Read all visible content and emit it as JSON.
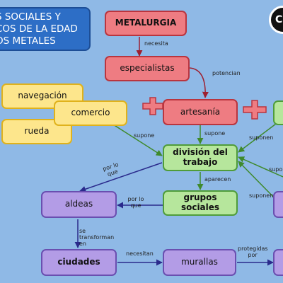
{
  "title_lines": [
    "S SOCIALES Y",
    "COS DE LA EDAD",
    "OS METALES"
  ],
  "badge": "C",
  "nodes": {
    "metalurgia": "METALURGIA",
    "especialistas": "especialistas",
    "navegacion": "navegación",
    "comercio": "comercio",
    "rueda": "rueda",
    "artesania": "artesanía",
    "division_trabajo": "división del trabajo",
    "grupos_sociales": "grupos sociales",
    "aldeas": "aldeas",
    "ciudades": "ciudades",
    "murallas": "murallas"
  },
  "link_labels": {
    "necesita": "necesita",
    "potencian": "potencian",
    "supone_1": "supone",
    "supone_2": "supone",
    "suponen_1": "suponen",
    "suponen_2": "supo",
    "suponen_3": "suponen",
    "aparecen": "aparecen",
    "por_lo_que_1": "por lo que",
    "por_lo_que_2": "por lo que",
    "se_transforman_en": "se transforman en",
    "necesitan": "necesitan",
    "protegidas_por": "protegidas por"
  },
  "colors": {
    "background": "#8fb9e6",
    "red": "#ee7c82",
    "yellow": "#fde68c",
    "green": "#b6e69c",
    "purple": "#b39ce6",
    "title": "#2d6ec6"
  }
}
